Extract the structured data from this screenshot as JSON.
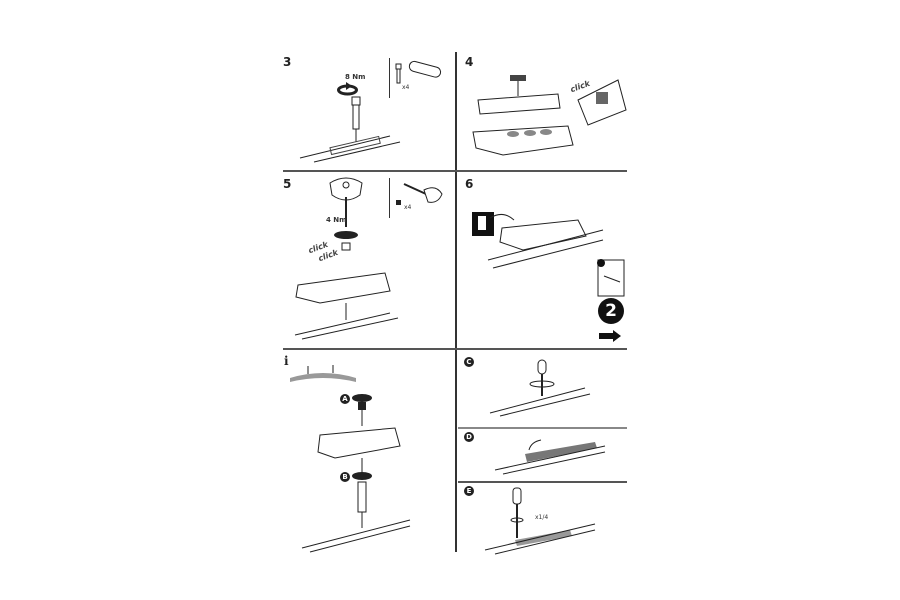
{
  "document": {
    "type": "Roof rack foot pack installation instructions",
    "steps": [
      {
        "id": "3",
        "label": "3",
        "torque": "8 Nm",
        "part_qty": "x4"
      },
      {
        "id": "4",
        "label": "4",
        "click_text": "click"
      },
      {
        "id": "5",
        "label": "5",
        "torque": "4 Nm",
        "part_qty": "x4",
        "click_text": [
          "click",
          "click"
        ]
      },
      {
        "id": "6",
        "label": "6",
        "next_manual": "2"
      },
      {
        "id": "i",
        "label": "i",
        "callouts": [
          "A",
          "B"
        ]
      },
      {
        "id": "C",
        "label": "C"
      },
      {
        "id": "D",
        "label": "D"
      },
      {
        "id": "E",
        "label": "E",
        "rotation": "x1/4"
      }
    ]
  },
  "icons": {
    "next_arrow": "arrow-right-icon",
    "booklet": "manual-booklet-icon",
    "info": "info-icon"
  },
  "colors": {
    "line": "#333333",
    "divider": "#555555",
    "badge": "#111111"
  }
}
